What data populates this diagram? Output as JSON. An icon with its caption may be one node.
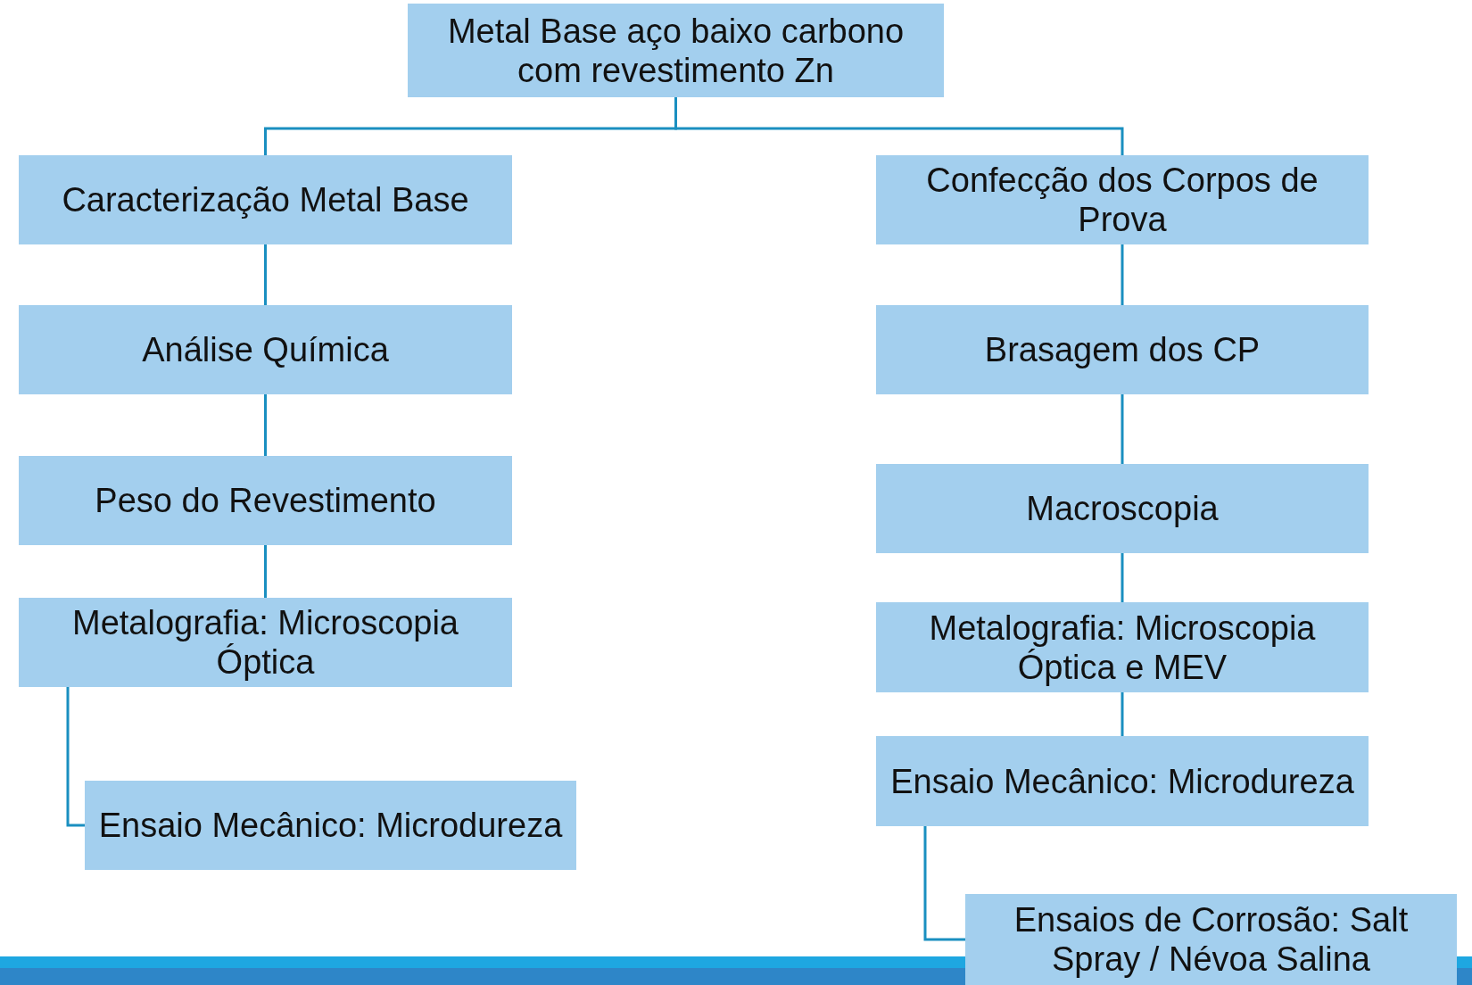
{
  "diagram": {
    "nodes": [
      {
        "text": [
          "Metal Base aço baixo carbono com revestimento Zn"
        ]
      },
      {
        "text": [
          "Caracterização Metal Base"
        ]
      },
      {
        "text": [
          "Análise Química"
        ]
      },
      {
        "text": [
          "Peso do Revestimento"
        ]
      },
      {
        "text": [
          "Metalografia: Microscopia Óptica"
        ]
      },
      {
        "text": [
          "Ensaio Mecânico: Microdureza"
        ]
      },
      {
        "text": [
          "Confecção dos Corpos de Prova"
        ]
      },
      {
        "text": [
          "Brasagem dos CP"
        ]
      },
      {
        "text": [
          "Macroscopia"
        ]
      },
      {
        "text": [
          "Metalografia: Microscopia Óptica e MEV"
        ]
      },
      {
        "text": [
          "Ensaio Mecânico: Microdureza"
        ]
      },
      {
        "text": [
          "Ensaios de Corrosão: Salt Spray / Névoa Salina"
        ]
      }
    ],
    "edges": [
      {
        "from": 0,
        "to": 1,
        "arrow": "none"
      },
      {
        "from": 0,
        "to": 6,
        "arrow": "none"
      },
      {
        "from": 1,
        "to": 2,
        "arrow": "none"
      },
      {
        "from": 2,
        "to": 3,
        "arrow": "none"
      },
      {
        "from": 3,
        "to": 4,
        "arrow": "none"
      },
      {
        "from": 4,
        "to": 5,
        "arrow": "none"
      },
      {
        "from": 6,
        "to": 7,
        "arrow": "none"
      },
      {
        "from": 7,
        "to": 8,
        "arrow": "none"
      },
      {
        "from": 8,
        "to": 9,
        "arrow": "none"
      },
      {
        "from": 9,
        "to": 10,
        "arrow": "none"
      },
      {
        "from": 10,
        "to": 11,
        "arrow": "none"
      }
    ]
  }
}
